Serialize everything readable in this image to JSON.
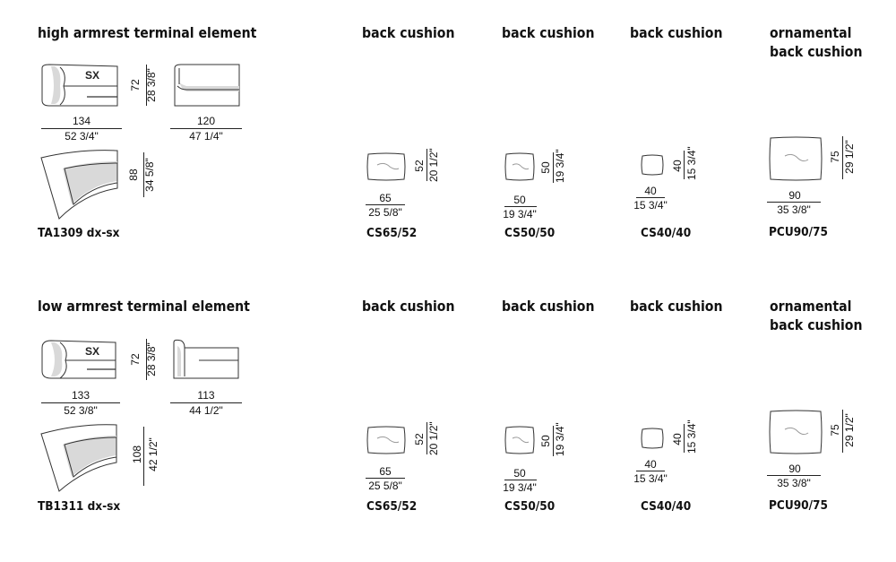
{
  "sections": [
    {
      "title": "high armrest terminal element",
      "code": "TA1309 dx-sx",
      "side_label": "SX",
      "width1_cm": "134",
      "width1_in": "52 3/4\"",
      "width2_cm": "120",
      "width2_in": "47 1/4\"",
      "height_cm": "72",
      "height_in": "28 3/8\"",
      "depth_cm": "88",
      "depth_in": "34 5/8\""
    },
    {
      "title": "low armrest terminal element",
      "code": "TB1311 dx-sx",
      "side_label": "SX",
      "width1_cm": "133",
      "width1_in": "52 3/8\"",
      "width2_cm": "113",
      "width2_in": "44 1/2\"",
      "height_cm": "72",
      "height_in": "28 3/8\"",
      "depth_cm": "108",
      "depth_in": "42 1/2\""
    }
  ],
  "cushions": [
    {
      "title": "back cushion",
      "code": "CS65/52",
      "w_cm": "65",
      "w_in": "25 5/8\"",
      "h_cm": "52",
      "h_in": "20 1/2\""
    },
    {
      "title": "back cushion",
      "code": "CS50/50",
      "w_cm": "50",
      "w_in": "19 3/4\"",
      "h_cm": "50",
      "h_in": "19 3/4\""
    },
    {
      "title": "back cushion",
      "code": "CS40/40",
      "w_cm": "40",
      "w_in": "15 3/4\"",
      "h_cm": "40",
      "h_in": "15 3/4\""
    },
    {
      "title_line1": "ornamental",
      "title_line2": "back cushion",
      "code": "PCU90/75",
      "w_cm": "90",
      "w_in": "35 3/8\"",
      "h_cm": "75",
      "h_in": "29 1/2\""
    }
  ]
}
